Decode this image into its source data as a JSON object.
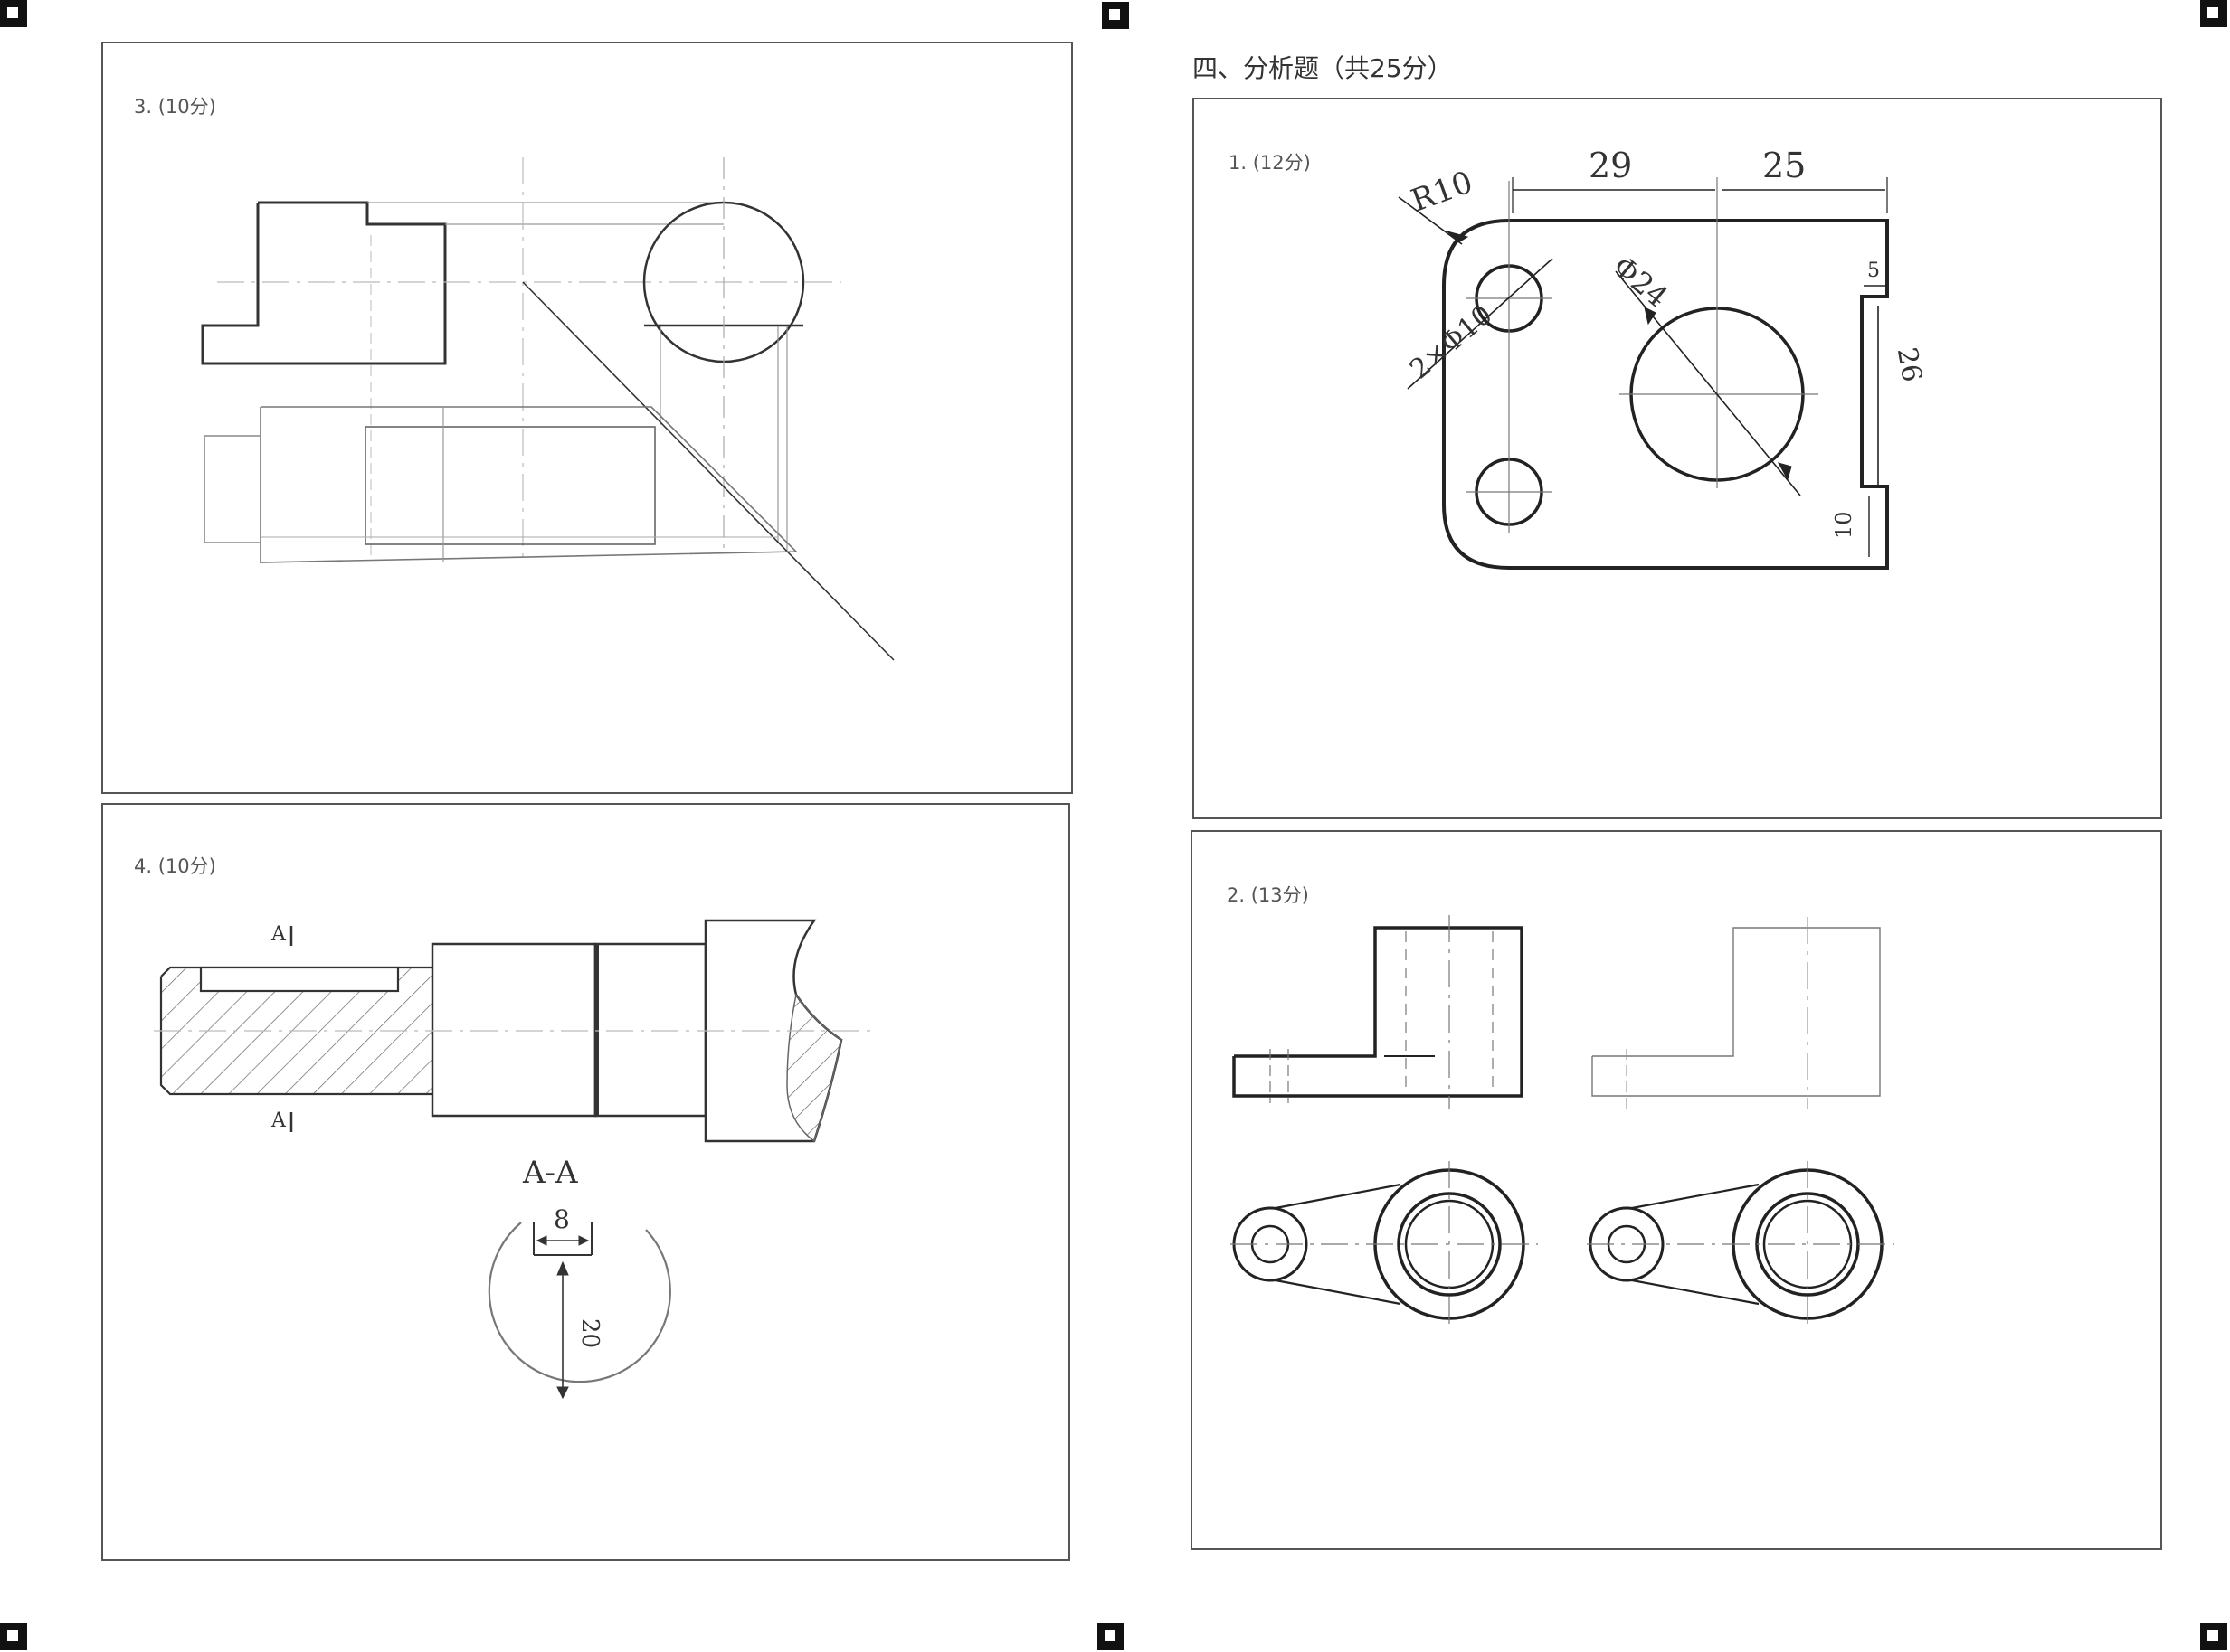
{
  "section": {
    "title": "四、分析题（共25分）"
  },
  "questions": {
    "q3": {
      "label": "3. (10分)"
    },
    "q4": {
      "label": "4. (10分)",
      "section_mark": "A",
      "section_title": "A-A",
      "dim_width": "8",
      "dim_depth": "20"
    },
    "a1": {
      "label": "1. (12分)",
      "dim_r": "R10",
      "dim_holes": "2×Φ10",
      "dim_big": "Φ24",
      "dim_29": "29",
      "dim_25": "25",
      "dim_26": "26",
      "dim_10": "10",
      "dim_5": "5"
    },
    "a2": {
      "label": "2. (13分)"
    }
  }
}
